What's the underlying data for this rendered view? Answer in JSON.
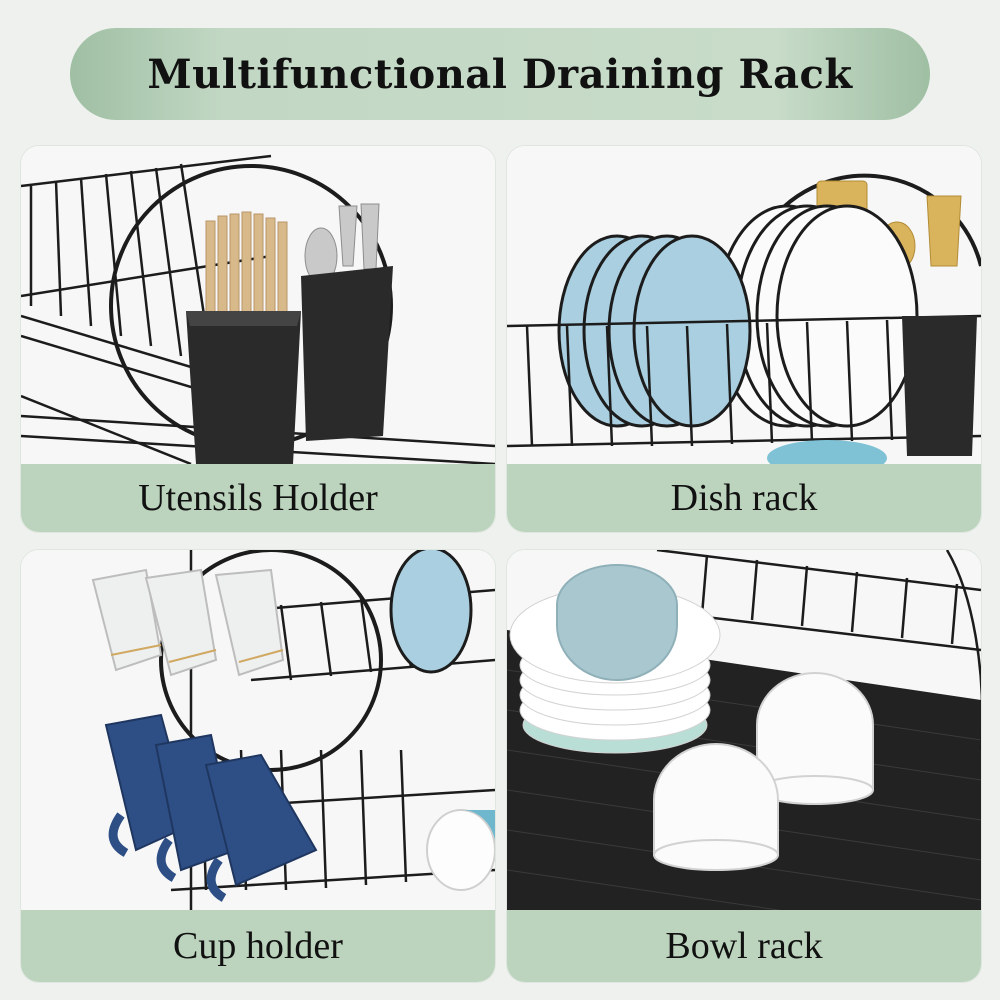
{
  "title": "Multifunctional Draining Rack",
  "panels": [
    {
      "caption": "Utensils Holder"
    },
    {
      "caption": "Dish rack"
    },
    {
      "caption": "Cup holder"
    },
    {
      "caption": "Bowl rack"
    }
  ],
  "colors": {
    "accent_green": "#bcd4bd",
    "rack_black": "#1c1c1c",
    "plate_blue": "#a9cfe0",
    "mug_blue": "#2e4f86",
    "gold": "#d9b45c"
  }
}
